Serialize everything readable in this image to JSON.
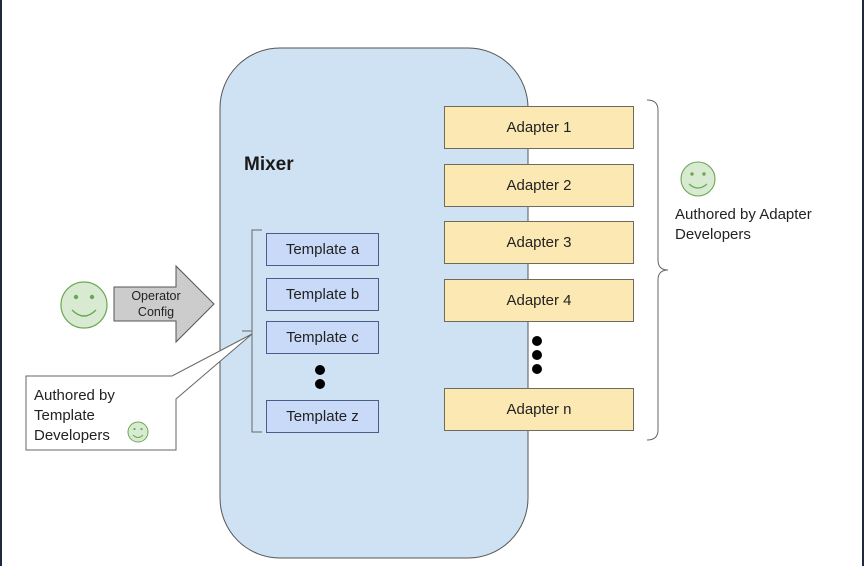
{
  "mixer": {
    "title": "Mixer"
  },
  "operator_config": {
    "line1": "Operator",
    "line2": "Config"
  },
  "templates": {
    "a": "Template a",
    "b": "Template b",
    "c": "Template c",
    "z": "Template z"
  },
  "adapters": {
    "a1": "Adapter 1",
    "a2": "Adapter 2",
    "a3": "Adapter 3",
    "a4": "Adapter 4",
    "an": "Adapter n"
  },
  "template_authors": {
    "line1": "Authored by",
    "line2": "Template",
    "line3": "Developers"
  },
  "adapter_authors": {
    "line1": "Authored by Adapter",
    "line2": "Developers"
  },
  "icons": {
    "smiley": "smiley-face-icon",
    "ellipsis": "vertical-ellipsis-icon"
  },
  "colors": {
    "mixer_fill": "#cfe2f3",
    "template_fill": "#c9daf8",
    "adapter_fill": "#fce8b2",
    "smiley_fill": "#d9ead3",
    "arrow_fill": "#cccccc"
  }
}
